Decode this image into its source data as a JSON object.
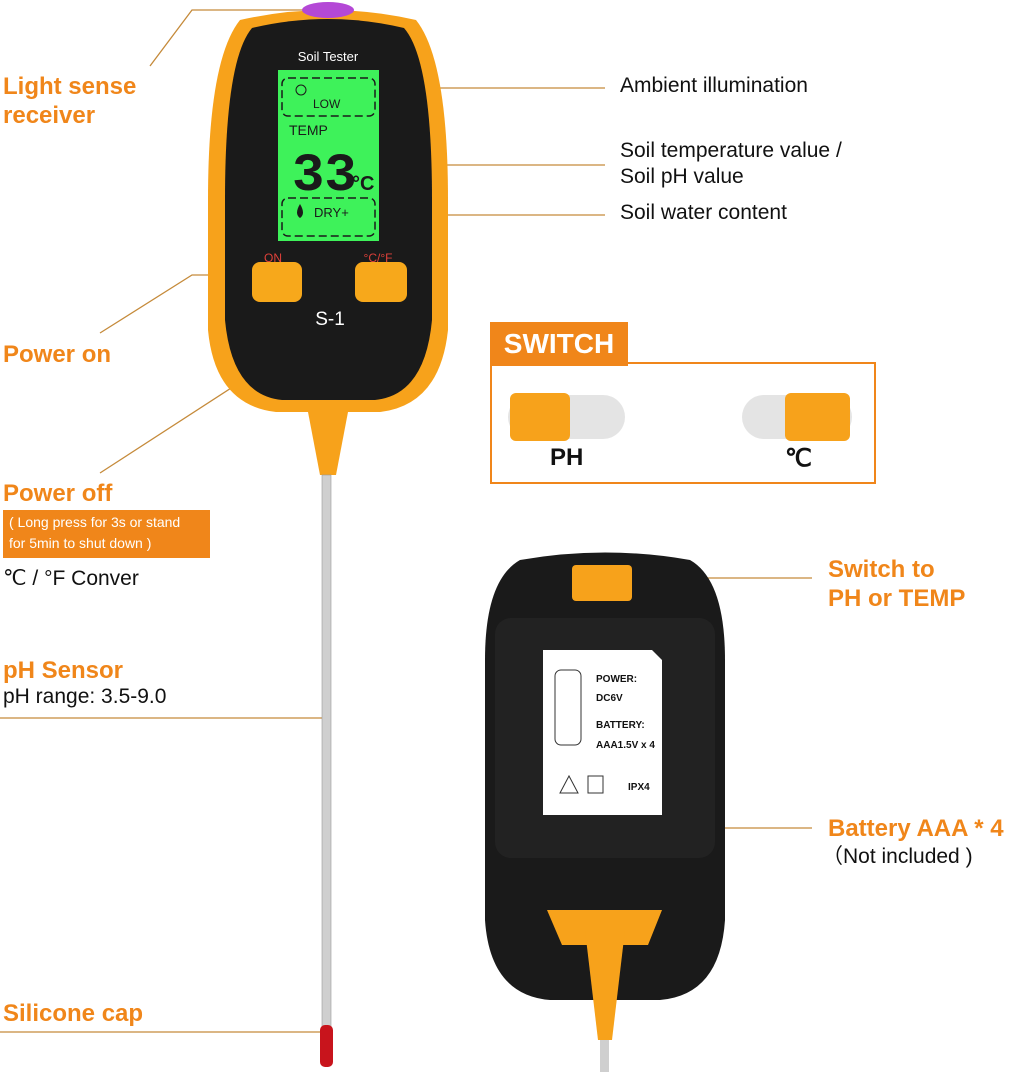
{
  "left_labels": {
    "light_sense": [
      "Light sense",
      "receiver"
    ],
    "power_on": "Power on",
    "power_off": "Power off",
    "power_off_note": [
      "( Long press for 3s or stand",
      "for 5min to shut down )"
    ],
    "conver": "℃ / °F Conver",
    "ph_sensor": "pH Sensor",
    "ph_range": "pH range: 3.5-9.0",
    "silicone_cap": "Silicone cap"
  },
  "right_labels": {
    "ambient": "Ambient illumination",
    "soil_temp": [
      "Soil temperature value /",
      "Soil pH value"
    ],
    "water": "Soil water content",
    "switch_to": [
      "Switch to",
      "PH or TEMP"
    ],
    "battery": "Battery AAA * 4",
    "not_included": "（Not included )"
  },
  "switch_panel": {
    "title": "SWITCH",
    "left": "PH",
    "right": "℃"
  },
  "device": {
    "brand": "Soil Tester",
    "screen": {
      "light": "LOW",
      "mode": "TEMP",
      "value": "33",
      "unit": "°C",
      "moisture": "DRY+"
    },
    "btn_on": "ON",
    "btn_unit": "°C/°F",
    "model": "S-1"
  },
  "back_label": {
    "power": "POWER:",
    "power_val": "DC6V",
    "battery": "BATTERY:",
    "battery_val": "AAA1.5V x 4",
    "ipx": "IPX4"
  },
  "colors": {
    "accent": "#f0861a",
    "screen": "#3ef25a",
    "body": "#1a1a1a",
    "trim": "#f7a21b"
  }
}
